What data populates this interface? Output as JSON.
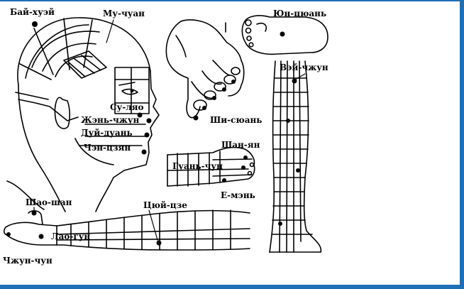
{
  "colors": {
    "frame": "#1f6fb5",
    "ink": "#000000"
  },
  "labels": {
    "bai_huei": "Бай-хуэй",
    "mu_chuan": "Му-чуан",
    "yun_quan": "Юн-цюань",
    "wei_zhong": "Вэй-чжун",
    "su_lyao": "Су-ляо",
    "zhen_zhong": "Жэнь-чжун",
    "dui_duan": "Дуй-дуань",
    "cheng_jiang": "Чэн-цзян",
    "shi_xuan": "Ши-сюань",
    "shan_yan": "Шан-ян",
    "guan_chun": "Гуань-чун",
    "e_men": "Е-мэнь",
    "shao_shan": "Шао-шан",
    "qu_ze": "Цюй-цзе",
    "lao_gun": "Лао-гун",
    "zhun_chun": "Чжун-чун"
  }
}
